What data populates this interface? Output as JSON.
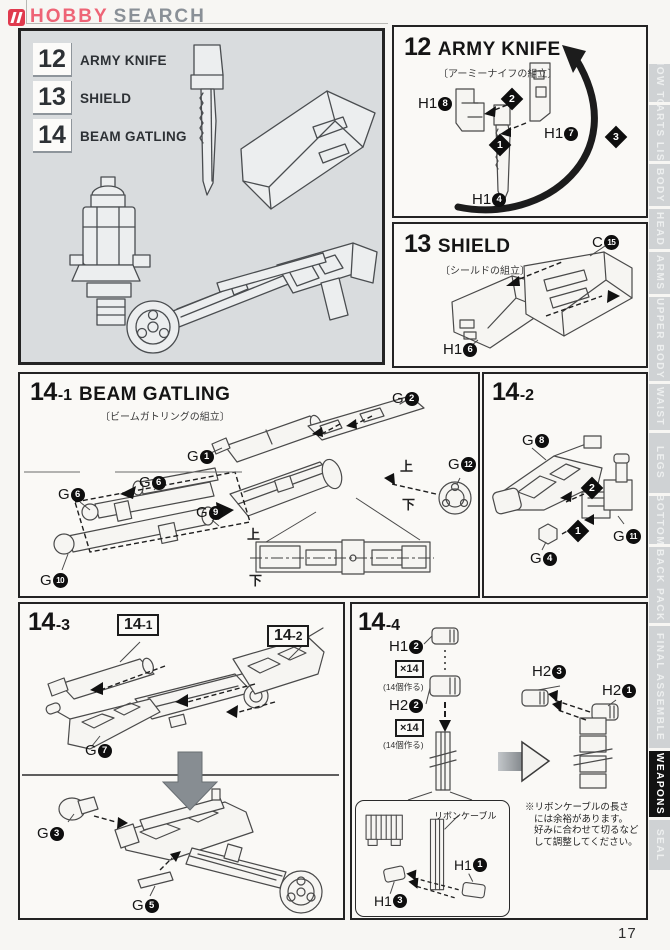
{
  "page": {
    "number": "17"
  },
  "logo": {
    "hobby": "HOBBY",
    "search": "SEARCH",
    "accent": "#e03a4e"
  },
  "overview": {
    "items": [
      {
        "num": "12",
        "label": "ARMY KNIFE"
      },
      {
        "num": "13",
        "label": "SHIELD"
      },
      {
        "num": "14",
        "label": "BEAM GATLING"
      }
    ]
  },
  "panels": {
    "p12": {
      "num": "12",
      "title": "ARMY KNIFE",
      "subtitle": "〔アーミーナイフの組立〕",
      "steps": {
        "s1": "1",
        "s2": "2",
        "s3": "3"
      },
      "parts": {
        "h18": {
          "code": "H1",
          "n": "8"
        },
        "h17": {
          "code": "H1",
          "n": "7"
        },
        "h14": {
          "code": "H1",
          "n": "4"
        }
      }
    },
    "p13": {
      "num": "13",
      "title": "SHIELD",
      "subtitle": "〔シールドの組立〕",
      "parts": {
        "c15": {
          "code": "C",
          "n": "15"
        },
        "h16": {
          "code": "H1",
          "n": "6"
        }
      }
    },
    "p14_1": {
      "num": "14",
      "dash": "-1",
      "title": "BEAM GATLING",
      "subtitle": "〔ビームガトリングの組立〕",
      "up": "上",
      "down": "下",
      "parts": {
        "g1": {
          "code": "G",
          "n": "1"
        },
        "g2": {
          "code": "G",
          "n": "2"
        },
        "g6a": {
          "code": "G",
          "n": "6"
        },
        "g6b": {
          "code": "G",
          "n": "6"
        },
        "g9": {
          "code": "G",
          "n": "9"
        },
        "g10": {
          "code": "G",
          "n": "10"
        },
        "g12": {
          "code": "G",
          "n": "12"
        }
      }
    },
    "p14_2": {
      "num": "14",
      "dash": "-2",
      "steps": {
        "s1": "1",
        "s2": "2"
      },
      "parts": {
        "g8": {
          "code": "G",
          "n": "8"
        },
        "g4": {
          "code": "G",
          "n": "4"
        },
        "g11": {
          "code": "G",
          "n": "11"
        }
      }
    },
    "p14_3": {
      "num": "14",
      "dash": "-3",
      "refs": {
        "r1": {
          "num": "14",
          "dash": "-1"
        },
        "r2": {
          "num": "14",
          "dash": "-2"
        }
      },
      "parts": {
        "g7": {
          "code": "G",
          "n": "7"
        },
        "g3": {
          "code": "G",
          "n": "3"
        },
        "g5": {
          "code": "G",
          "n": "5"
        }
      }
    },
    "p14_4": {
      "num": "14",
      "dash": "-4",
      "groups": [
        {
          "code": "H1",
          "n": "2",
          "qty": "×14",
          "make": "(14個作る)"
        },
        {
          "code": "H2",
          "n": "2",
          "qty": "×14",
          "make": "(14個作る)"
        }
      ],
      "parts": {
        "h23": {
          "code": "H2",
          "n": "3"
        },
        "h21": {
          "code": "H2",
          "n": "1"
        },
        "h11": {
          "code": "H1",
          "n": "1"
        },
        "h13": {
          "code": "H1",
          "n": "3"
        }
      },
      "inset_label": "リボンケーブル",
      "note": [
        "※リボンケーブルの長さ",
        "には余裕があります。",
        "好みに合わせて切るなど",
        "して調整してください。"
      ]
    }
  },
  "sidebar": {
    "items": [
      {
        "label": "HOW TO",
        "active": false
      },
      {
        "label": "PARTS LIST",
        "active": false
      },
      {
        "label": "BODY",
        "active": false
      },
      {
        "label": "HEAD",
        "active": false
      },
      {
        "label": "ARMS",
        "active": false
      },
      {
        "label": "UPPER BODY",
        "active": false
      },
      {
        "label": "WAIST",
        "active": false
      },
      {
        "label": "LEGS",
        "active": false
      },
      {
        "label": "BOTTOM",
        "active": false
      },
      {
        "label": "BACK PACK",
        "active": false
      },
      {
        "label": "FINAL ASSEMBLE",
        "active": false
      },
      {
        "label": "WEAPONS",
        "active": true
      },
      {
        "label": "SEAL",
        "active": false
      }
    ]
  }
}
